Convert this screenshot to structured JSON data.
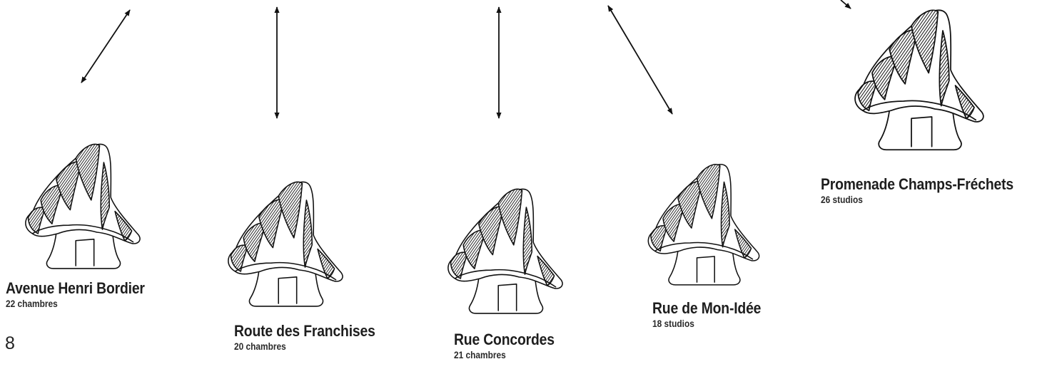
{
  "page_number": "8",
  "locations": [
    {
      "name": "Avenue Henri Bordier",
      "count": "22 chambres"
    },
    {
      "name": "Route des Franchises",
      "count": "20 chambres"
    },
    {
      "name": "Rue Concordes",
      "count": "21 chambres"
    },
    {
      "name": "Rue de Mon-Idée",
      "count": "18 studios"
    },
    {
      "name": "Promenade Champs-Fréchets",
      "count": "26 studios"
    }
  ]
}
